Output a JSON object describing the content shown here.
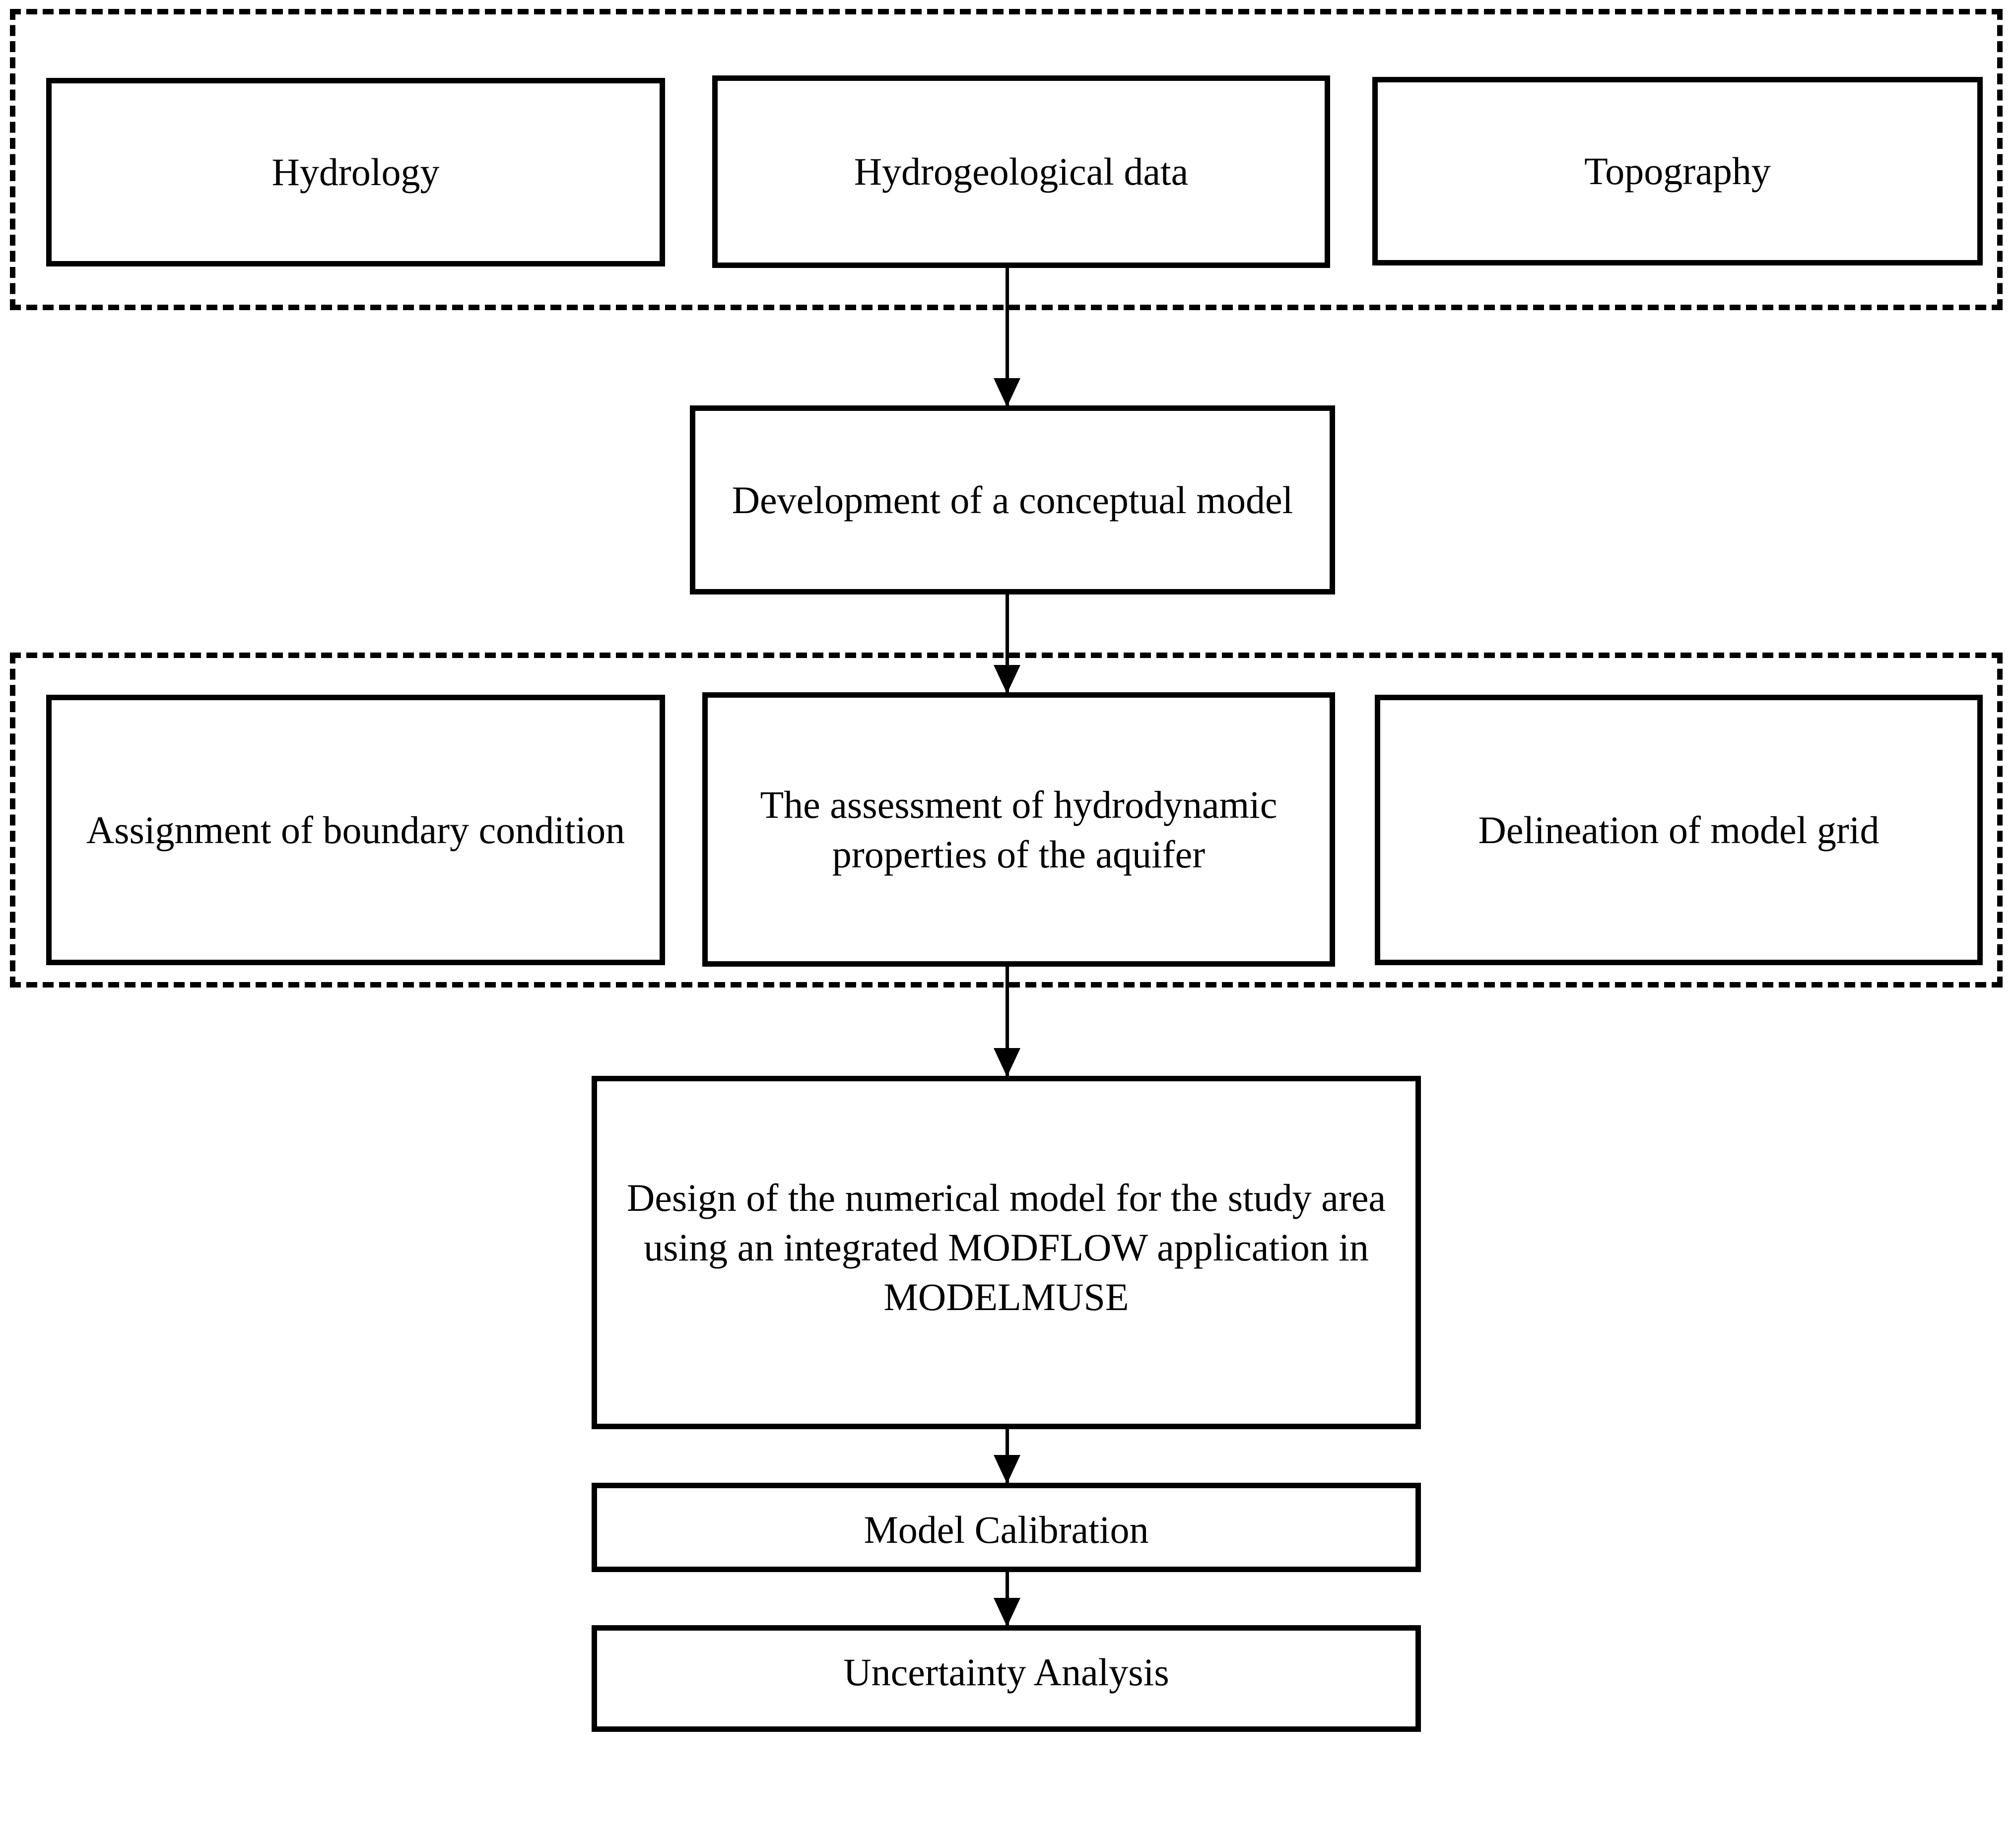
{
  "diagram": {
    "title": "Groundwater numerical modelling workflow flowchart",
    "colors": {
      "stroke": "#000000",
      "fill": "#ffffff",
      "text": "#000000"
    },
    "groups": [
      {
        "id": "input-data-group",
        "style": "dashed"
      },
      {
        "id": "model-setup-group",
        "style": "dashed"
      }
    ],
    "nodes": {
      "hydrology": "Hydrology",
      "hydrogeological_data": "Hydrogeological data",
      "topography": "Topography",
      "conceptual_model": "Development of a conceptual model",
      "boundary_condition": "Assignment of boundary condition",
      "hydrodynamic_properties": "The assessment of hydrodynamic properties of the aquifer",
      "model_grid": "Delineation of model grid",
      "numerical_model": "Design of the numerical model for the study area using an integrated MODFLOW application in MODELMUSE",
      "model_calibration": "Model Calibration",
      "uncertainty_analysis": "Uncertainty Analysis"
    },
    "edges": [
      {
        "from": "hydrogeological_data",
        "to": "conceptual_model",
        "arrow": "down"
      },
      {
        "from": "conceptual_model",
        "to": "hydrodynamic_properties",
        "arrow": "down"
      },
      {
        "from": "hydrodynamic_properties",
        "to": "numerical_model",
        "arrow": "down"
      },
      {
        "from": "numerical_model",
        "to": "model_calibration",
        "arrow": "down"
      },
      {
        "from": "model_calibration",
        "to": "uncertainty_analysis",
        "arrow": "down"
      }
    ]
  }
}
